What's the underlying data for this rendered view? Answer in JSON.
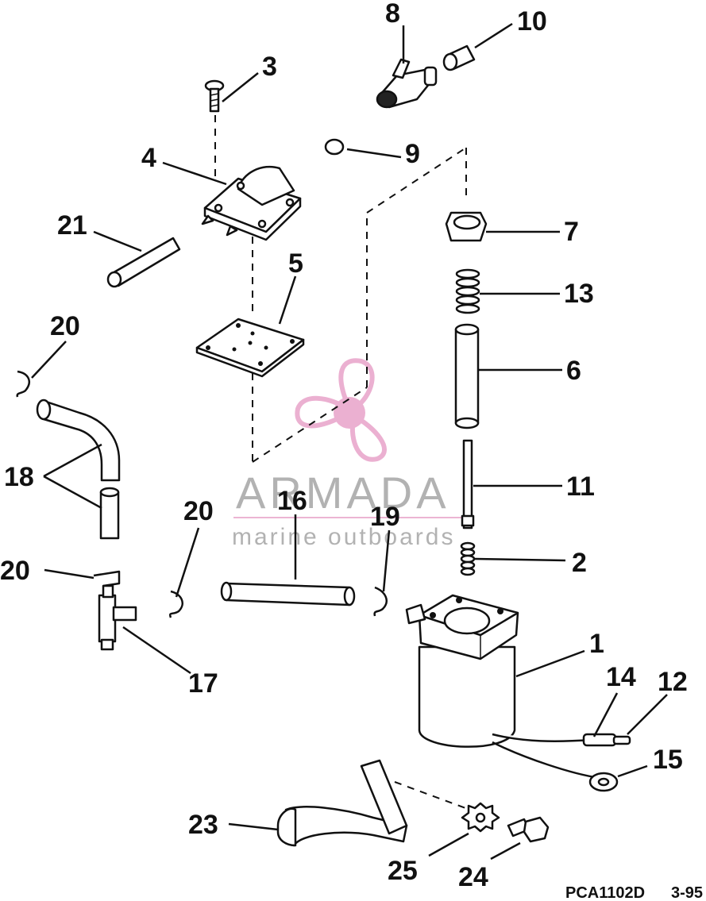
{
  "callouts": {
    "c1": "1",
    "c2": "2",
    "c3": "3",
    "c4": "4",
    "c5": "5",
    "c6": "6",
    "c7": "7",
    "c8": "8",
    "c9": "9",
    "c10": "10",
    "c11": "11",
    "c12": "12",
    "c13": "13",
    "c14": "14",
    "c15": "15",
    "c16": "16",
    "c17": "17",
    "c18": "18",
    "c19": "19",
    "c20a": "20",
    "c20b": "20",
    "c20c": "20",
    "c21": "21",
    "c23": "23",
    "c24": "24",
    "c25": "25"
  },
  "watermark": {
    "brand": "ARMADA",
    "tagline": "marine outboards",
    "logo_color": "#e8a3c9"
  },
  "footer": {
    "ref_code": "PCA1102D",
    "page_ref": "3-95"
  }
}
